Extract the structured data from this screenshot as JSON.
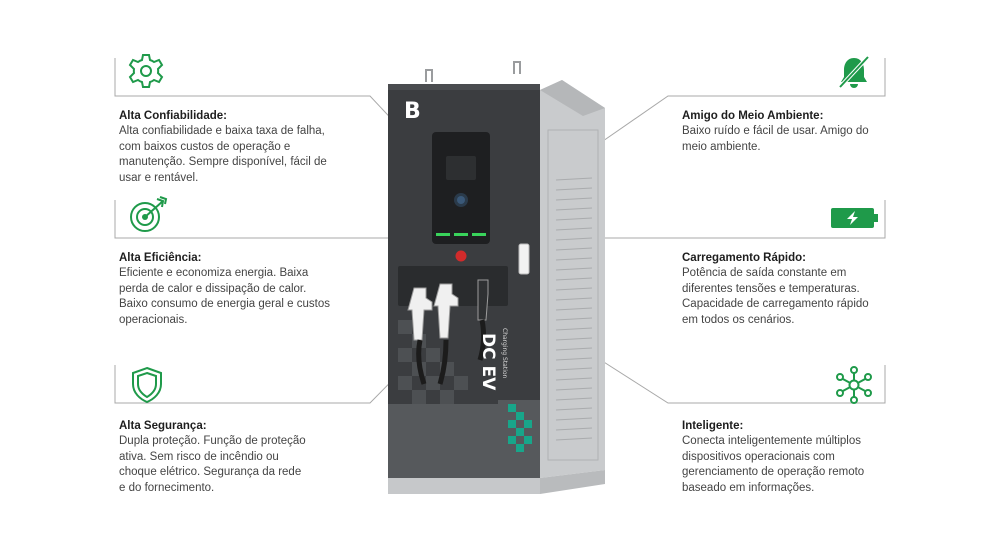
{
  "features": [
    {
      "id": "reliability",
      "icon": "gear-icon",
      "title": "Alta Confiabilidade:",
      "text": "Alta confiabilidade e baixa taxa de falha, com baixos custos de operação e manutenção. Sempre disponível, fácil de usar e rentável."
    },
    {
      "id": "efficiency",
      "icon": "target-icon",
      "title": "Alta Eficiência:",
      "text": "Eficiente e economiza energia. Baixa perda de calor e dissipação de calor. Baixo consumo de energia geral e custos operacionais."
    },
    {
      "id": "safety",
      "icon": "shield-icon",
      "title": "Alta Segurança:",
      "text": "Dupla proteção. Função de proteção ativa. Sem risco de incêndio ou choque elétrico. Segurança da rede e do fornecimento."
    },
    {
      "id": "eco",
      "icon": "bell-off-icon",
      "title": "Amigo do Meio Ambiente:",
      "text": "Baixo ruído e fácil de usar. Amigo do meio ambiente."
    },
    {
      "id": "fast",
      "icon": "battery-charging-icon",
      "title": "Carregamento Rápido:",
      "text": "Potência de saída constante em diferentes tensões e temperaturas. Capacidade de carregamento rápido em todos os cenários."
    },
    {
      "id": "smart",
      "icon": "network-icon",
      "title": "Inteligente:",
      "text": "Conecta inteligentemente múltiplos dispositivos operacionais com gerenciamento de operação remoto baseado em informações."
    }
  ],
  "charger": {
    "logo": "B",
    "label_main": "DC EV",
    "label_sub": "Charging Station"
  },
  "colors": {
    "accent": "#1f9a4a",
    "line": "#9a9a9a",
    "body": "#3b3d40",
    "side": "#c9cbcd"
  }
}
